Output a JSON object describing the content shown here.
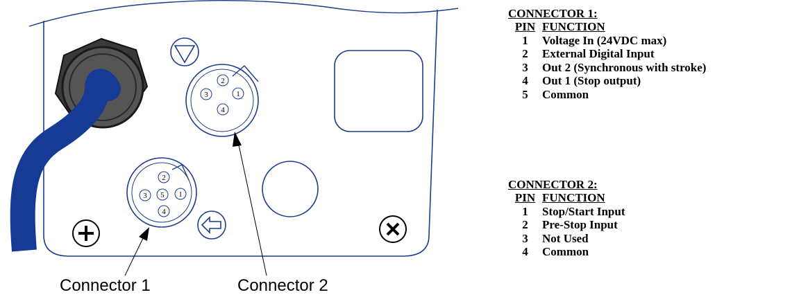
{
  "diagram": {
    "callouts": [
      {
        "label": "Connector 1"
      },
      {
        "label": "Connector 2"
      }
    ],
    "upper_receptacle_pins": [
      "1",
      "2",
      "3",
      "4"
    ],
    "lower_receptacle_pins": [
      "1",
      "2",
      "3",
      "4",
      "5"
    ],
    "icons": [
      "triangle-in-circle-icon",
      "arrow-left-in-circle-icon",
      "screw-plus-icon",
      "screw-x-icon"
    ],
    "colors": {
      "cable": "#173a94",
      "gland": "#4a4a4a",
      "outline": "#1c3c8c"
    }
  },
  "tables": [
    {
      "title": "CONNECTOR 1:",
      "pin_header": "PIN",
      "function_header": "FUNCTION",
      "rows": [
        {
          "pin": "1",
          "function": "Voltage In (24VDC max)"
        },
        {
          "pin": "2",
          "function": "External Digital Input"
        },
        {
          "pin": "3",
          "function": "Out 2 (Synchronous with stroke)"
        },
        {
          "pin": "4",
          "function": "Out 1 (Stop output)"
        },
        {
          "pin": "5",
          "function": "Common"
        }
      ]
    },
    {
      "title": "CONNECTOR 2:",
      "pin_header": "PIN",
      "function_header": "FUNCTION",
      "rows": [
        {
          "pin": "1",
          "function": "Stop/Start Input"
        },
        {
          "pin": "2",
          "function": "Pre-Stop Input"
        },
        {
          "pin": "3",
          "function": "Not Used"
        },
        {
          "pin": "4",
          "function": "Common"
        }
      ]
    }
  ]
}
